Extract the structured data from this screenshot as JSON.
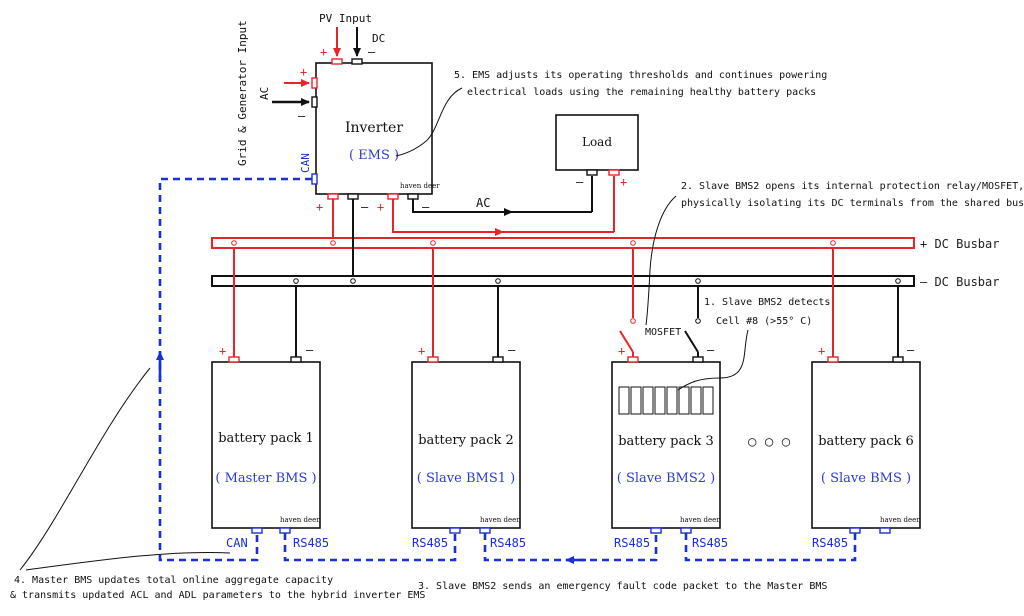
{
  "inputs": {
    "pv_label": "PV Input",
    "dc_label": "DC",
    "ac_label": "AC",
    "grid_label": "Grid & Generator Input",
    "can_label": "CAN",
    "plus": "+",
    "minus": "–"
  },
  "inverter": {
    "title": "Inverter",
    "subtitle": "( EMS )",
    "brand": "haven deer"
  },
  "load": {
    "label": "Load",
    "ac_label": "AC"
  },
  "busbars": {
    "dc_plus": "+ DC Busbar",
    "dc_minus": "– DC Busbar"
  },
  "packs": [
    {
      "name": "battery pack 1",
      "role": "( Master BMS )",
      "brand": "haven deer",
      "port_left": "CAN",
      "port_right": "RS485"
    },
    {
      "name": "battery pack 2",
      "role": "( Slave BMS1 )",
      "brand": "haven deer",
      "port_left": "RS485",
      "port_right": "RS485"
    },
    {
      "name": "battery pack 3",
      "role": "( Slave BMS2 )",
      "brand": "haven deer",
      "port_left": "RS485",
      "port_right": "RS485"
    },
    {
      "name": "battery pack 6",
      "role": "( Slave BMS )",
      "brand": "haven deer",
      "port_left": "RS485",
      "port_right": ""
    }
  ],
  "ellipsis": "○ ○ ○",
  "mosfet_label": "MOSFET",
  "annotations": {
    "a1_line1": "1. Slave BMS2 detects",
    "a1_line2": "Cell #8 (>55° C)",
    "a2_line1": "2. Slave BMS2 opens its internal protection relay/MOSFET,",
    "a2_line2": "physically isolating its DC terminals from the shared busbar",
    "a3": "3. Slave BMS2 sends an emergency fault code packet to the Master BMS",
    "a4_line1": "4.  Master BMS updates total online aggregate capacity",
    "a4_line2": "& transmits updated ACL and ADL parameters to the hybrid inverter EMS",
    "a5_line1": "5. EMS adjusts its operating thresholds and continues powering",
    "a5_line2": "electrical loads using the remaining healthy battery packs"
  },
  "colors": {
    "positive": "#e8232a",
    "negative": "#111111",
    "comm": "#1a2fd6",
    "role_text": "#2b3bd6"
  }
}
